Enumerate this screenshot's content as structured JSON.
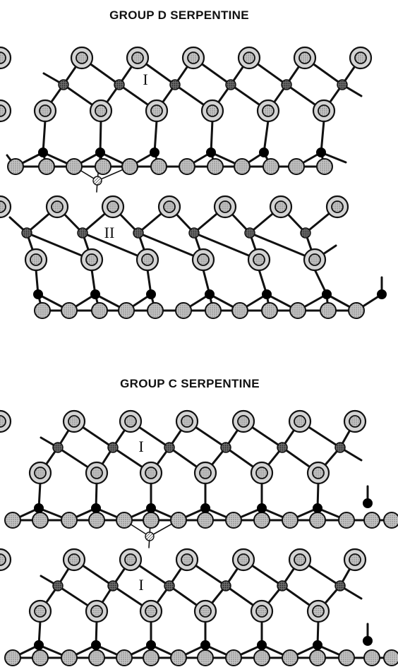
{
  "figure": {
    "groups": [
      {
        "title": "GROUP D  SERPENTINE",
        "layer_labels": [
          "I",
          "II"
        ]
      },
      {
        "title": "GROUP C  SERPENTINE",
        "layer_labels": [
          "I",
          "I"
        ]
      }
    ]
  },
  "colors": {
    "ink": "#111111",
    "outer_ring": "#cfcfcf",
    "inner_atom": "#9a9a9a",
    "basal_oxygen": "#a8a8a8",
    "octahedral_cation": "#555555",
    "tetrahedral_cation": "#000000"
  },
  "icons": [
    "hydroxyl-oxygen-icon",
    "octahedral-cation-icon",
    "tetrahedral-cation-icon",
    "basal-oxygen-icon",
    "hydrogen-bond-icon"
  ]
}
